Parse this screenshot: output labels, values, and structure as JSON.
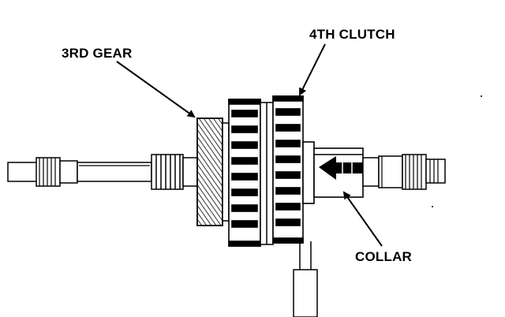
{
  "labels": {
    "third_gear": "3RD GEAR",
    "fourth_clutch": "4TH CLUTCH",
    "collar": "COLLAR"
  },
  "colors": {
    "ink": "#000000",
    "paper": "#ffffff"
  },
  "icons": {
    "press_direction": "arrow-left-icon"
  }
}
